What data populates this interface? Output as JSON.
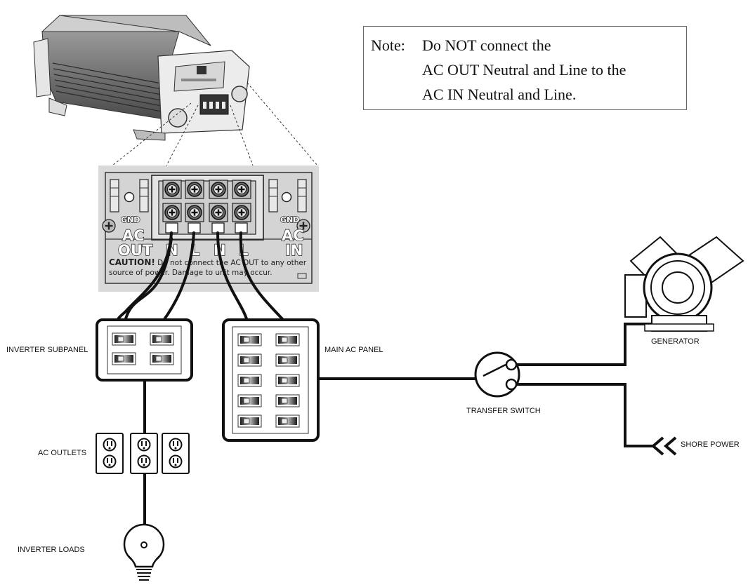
{
  "note": {
    "label": "Note:",
    "lines": [
      "Do NOT connect the",
      "AC OUT Neutral and Line to the",
      "AC IN Neutral and Line."
    ]
  },
  "terminal_block": {
    "gnd_left": "GND",
    "gnd_right": "GND",
    "ac_out_1": "AC",
    "ac_out_2": "OUT",
    "ac_in_1": "AC",
    "ac_in_2": "IN",
    "terminals": [
      "N",
      "L",
      "N",
      "L"
    ],
    "caution_title": "CAUTION!",
    "caution_line1": " Do not connect the AC OUT to any other",
    "caution_line2": "source of power. Damage to unit may occur."
  },
  "labels": {
    "inverter_subpanel": "INVERTER SUBPANEL",
    "main_ac_panel": "MAIN AC PANEL",
    "ac_outlets": "AC OUTLETS",
    "inverter_loads": "INVERTER LOADS",
    "transfer_switch": "TRANSFER SWITCH",
    "generator": "GENERATOR",
    "shore_power": "SHORE POWER"
  },
  "icons": [
    "inverter-unit-icon",
    "breaker-icon",
    "outlet-icon",
    "light-bulb-icon",
    "transfer-switch-icon",
    "generator-icon",
    "shore-power-plug-icon"
  ],
  "colors": {
    "wire": "#111111",
    "terminal_panel_bg": "#d9d9d9"
  }
}
